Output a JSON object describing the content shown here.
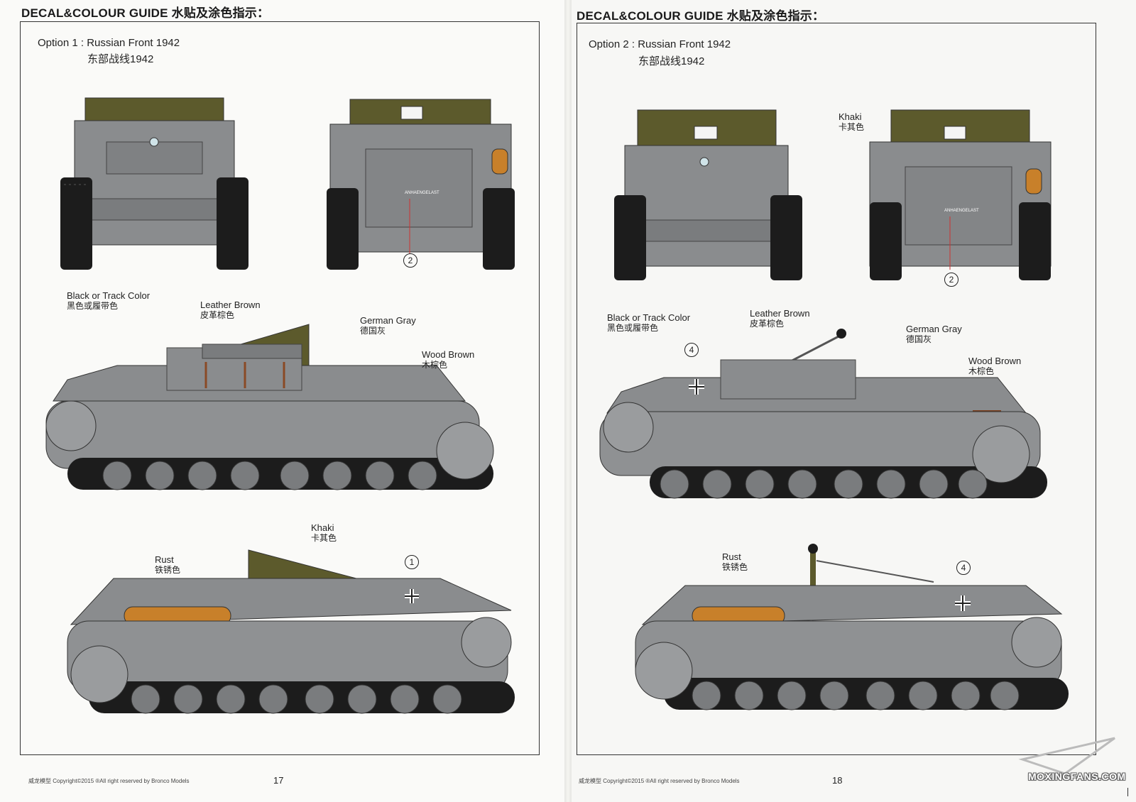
{
  "left_page": {
    "guide_title": "DECAL&COLOUR GUIDE 水贴及涂色指示：",
    "option_title": "Option 1 : Russian Front 1942",
    "option_subtitle": "东部战线1942",
    "labels": {
      "track": {
        "en": "Black or Track Color",
        "cn": "黑色或履带色"
      },
      "leather": {
        "en": "Leather Brown",
        "cn": "皮革棕色"
      },
      "gray": {
        "en": "German Gray",
        "cn": "德国灰"
      },
      "wood": {
        "en": "Wood Brown",
        "cn": "木棕色"
      },
      "khaki": {
        "en": "Khaki",
        "cn": "卡其色"
      },
      "rust": {
        "en": "Rust",
        "cn": "铁锈色"
      }
    },
    "callouts": {
      "rear": "2",
      "side_lower": "1"
    },
    "stencil_text": "ANHAENGELAST",
    "footer": "威龙模型  Copyright©2015  ®All right reserved by Bronco Models",
    "page_number": "17"
  },
  "right_page": {
    "guide_title": "DECAL&COLOUR GUIDE 水贴及涂色指示：",
    "option_title": "Option 2 : Russian Front 1942",
    "option_subtitle": "东部战线1942",
    "labels": {
      "khaki": {
        "en": "Khaki",
        "cn": "卡其色"
      },
      "track": {
        "en": "Black or Track Color",
        "cn": "黑色或履带色"
      },
      "leather": {
        "en": "Leather Brown",
        "cn": "皮革棕色"
      },
      "gray": {
        "en": "German Gray",
        "cn": "德国灰"
      },
      "wood": {
        "en": "Wood Brown",
        "cn": "木棕色"
      },
      "rust": {
        "en": "Rust",
        "cn": "铁锈色"
      }
    },
    "callouts": {
      "rear": "2",
      "side_upper": "4",
      "side_lower": "4"
    },
    "stencil_text": "ANHAENGELAST",
    "footer": "威龙模型  Copyright©2015  ®All right reserved by Bronco Models",
    "page_number": "18"
  },
  "watermark": "MOXINGFANS.COM",
  "colors": {
    "german_gray": "#8a8c8e",
    "gray_dark": "#5e6062",
    "khaki": "#5c5a2c",
    "track": "#1c1c1c",
    "rust": "#c8802a",
    "leather_brown": "#8a4a25",
    "wood_brown": "#7a3f1f"
  }
}
